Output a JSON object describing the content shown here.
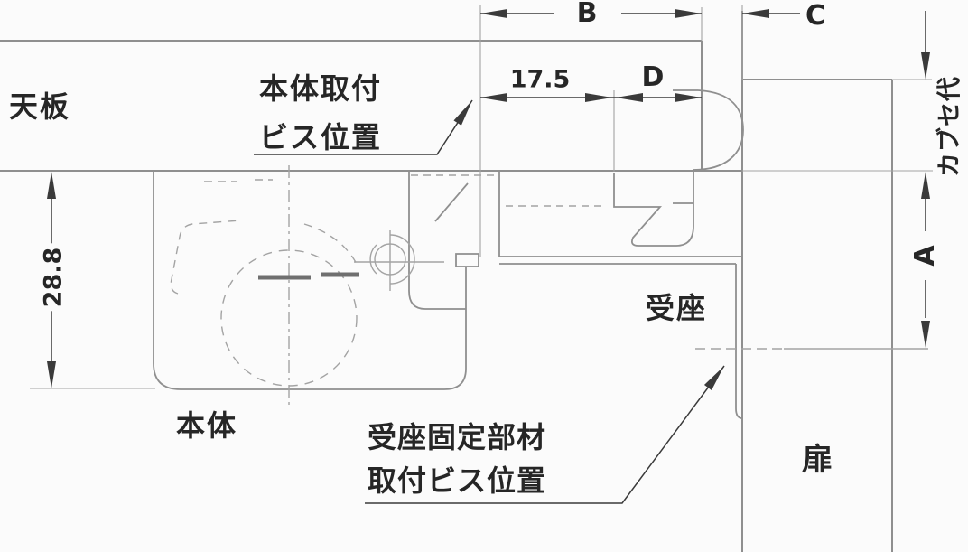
{
  "diagram": {
    "title": "catch-installation-side-view",
    "labels": {
      "top_panel": "天板",
      "body_mount_screw_line1": "本体取付",
      "body_mount_screw_line2": "ビス位置",
      "body": "本体",
      "strike_seat": "受座",
      "strike_fix_line1": "受座固定部材",
      "strike_fix_line2": "取付ビス位置",
      "door": "扉",
      "overlay_allowance": "カブセ代"
    },
    "dimensions": {
      "B": "B",
      "C": "C",
      "D": "D",
      "A": "A",
      "screw_offset": "17.5",
      "body_height": "28.8"
    },
    "colors": {
      "line": "#8f8f8f",
      "thin_line": "#a3a3a3",
      "dimension": "#3a3a3a",
      "text": "#262626",
      "background": "#fbfbfb"
    }
  }
}
